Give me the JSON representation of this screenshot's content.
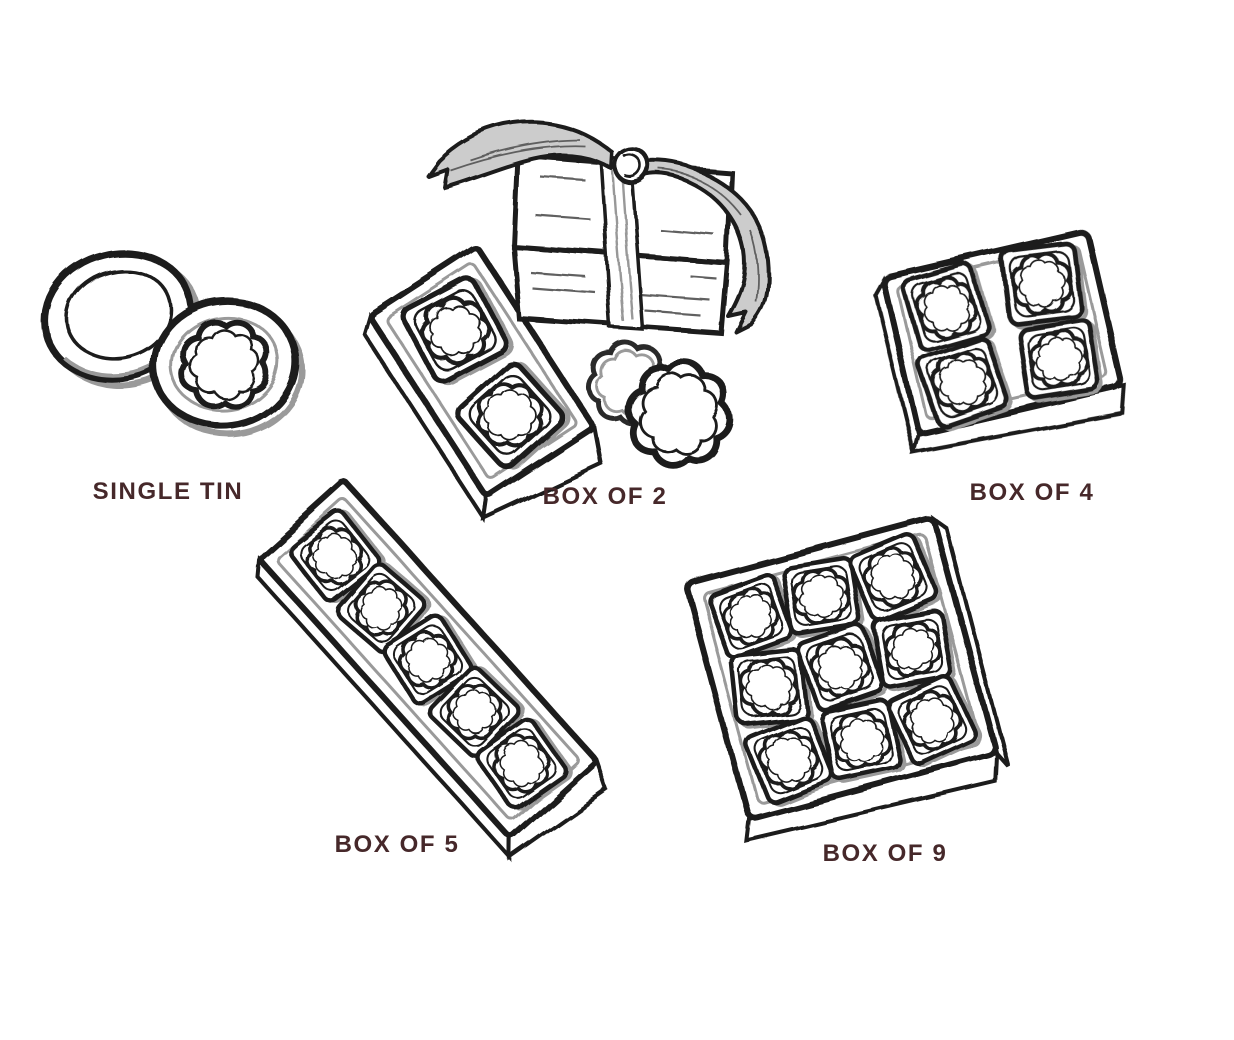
{
  "illustration": {
    "title_hint": "hand-drawn cookie packaging options",
    "background": "#ffffff",
    "ink_black": "#1c1c1c",
    "ink_gray": "#9a9a9a",
    "label_color": "#46282a"
  },
  "options": [
    {
      "id": "single-tin",
      "label": "SINGLE TIN",
      "quantity": 1
    },
    {
      "id": "box-of-2",
      "label": "BOX OF 2",
      "quantity": 2
    },
    {
      "id": "box-of-4",
      "label": "BOX OF 4",
      "quantity": 4
    },
    {
      "id": "box-of-5",
      "label": "BOX OF 5",
      "quantity": 5
    },
    {
      "id": "box-of-9",
      "label": "BOX OF 9",
      "quantity": 9
    }
  ]
}
